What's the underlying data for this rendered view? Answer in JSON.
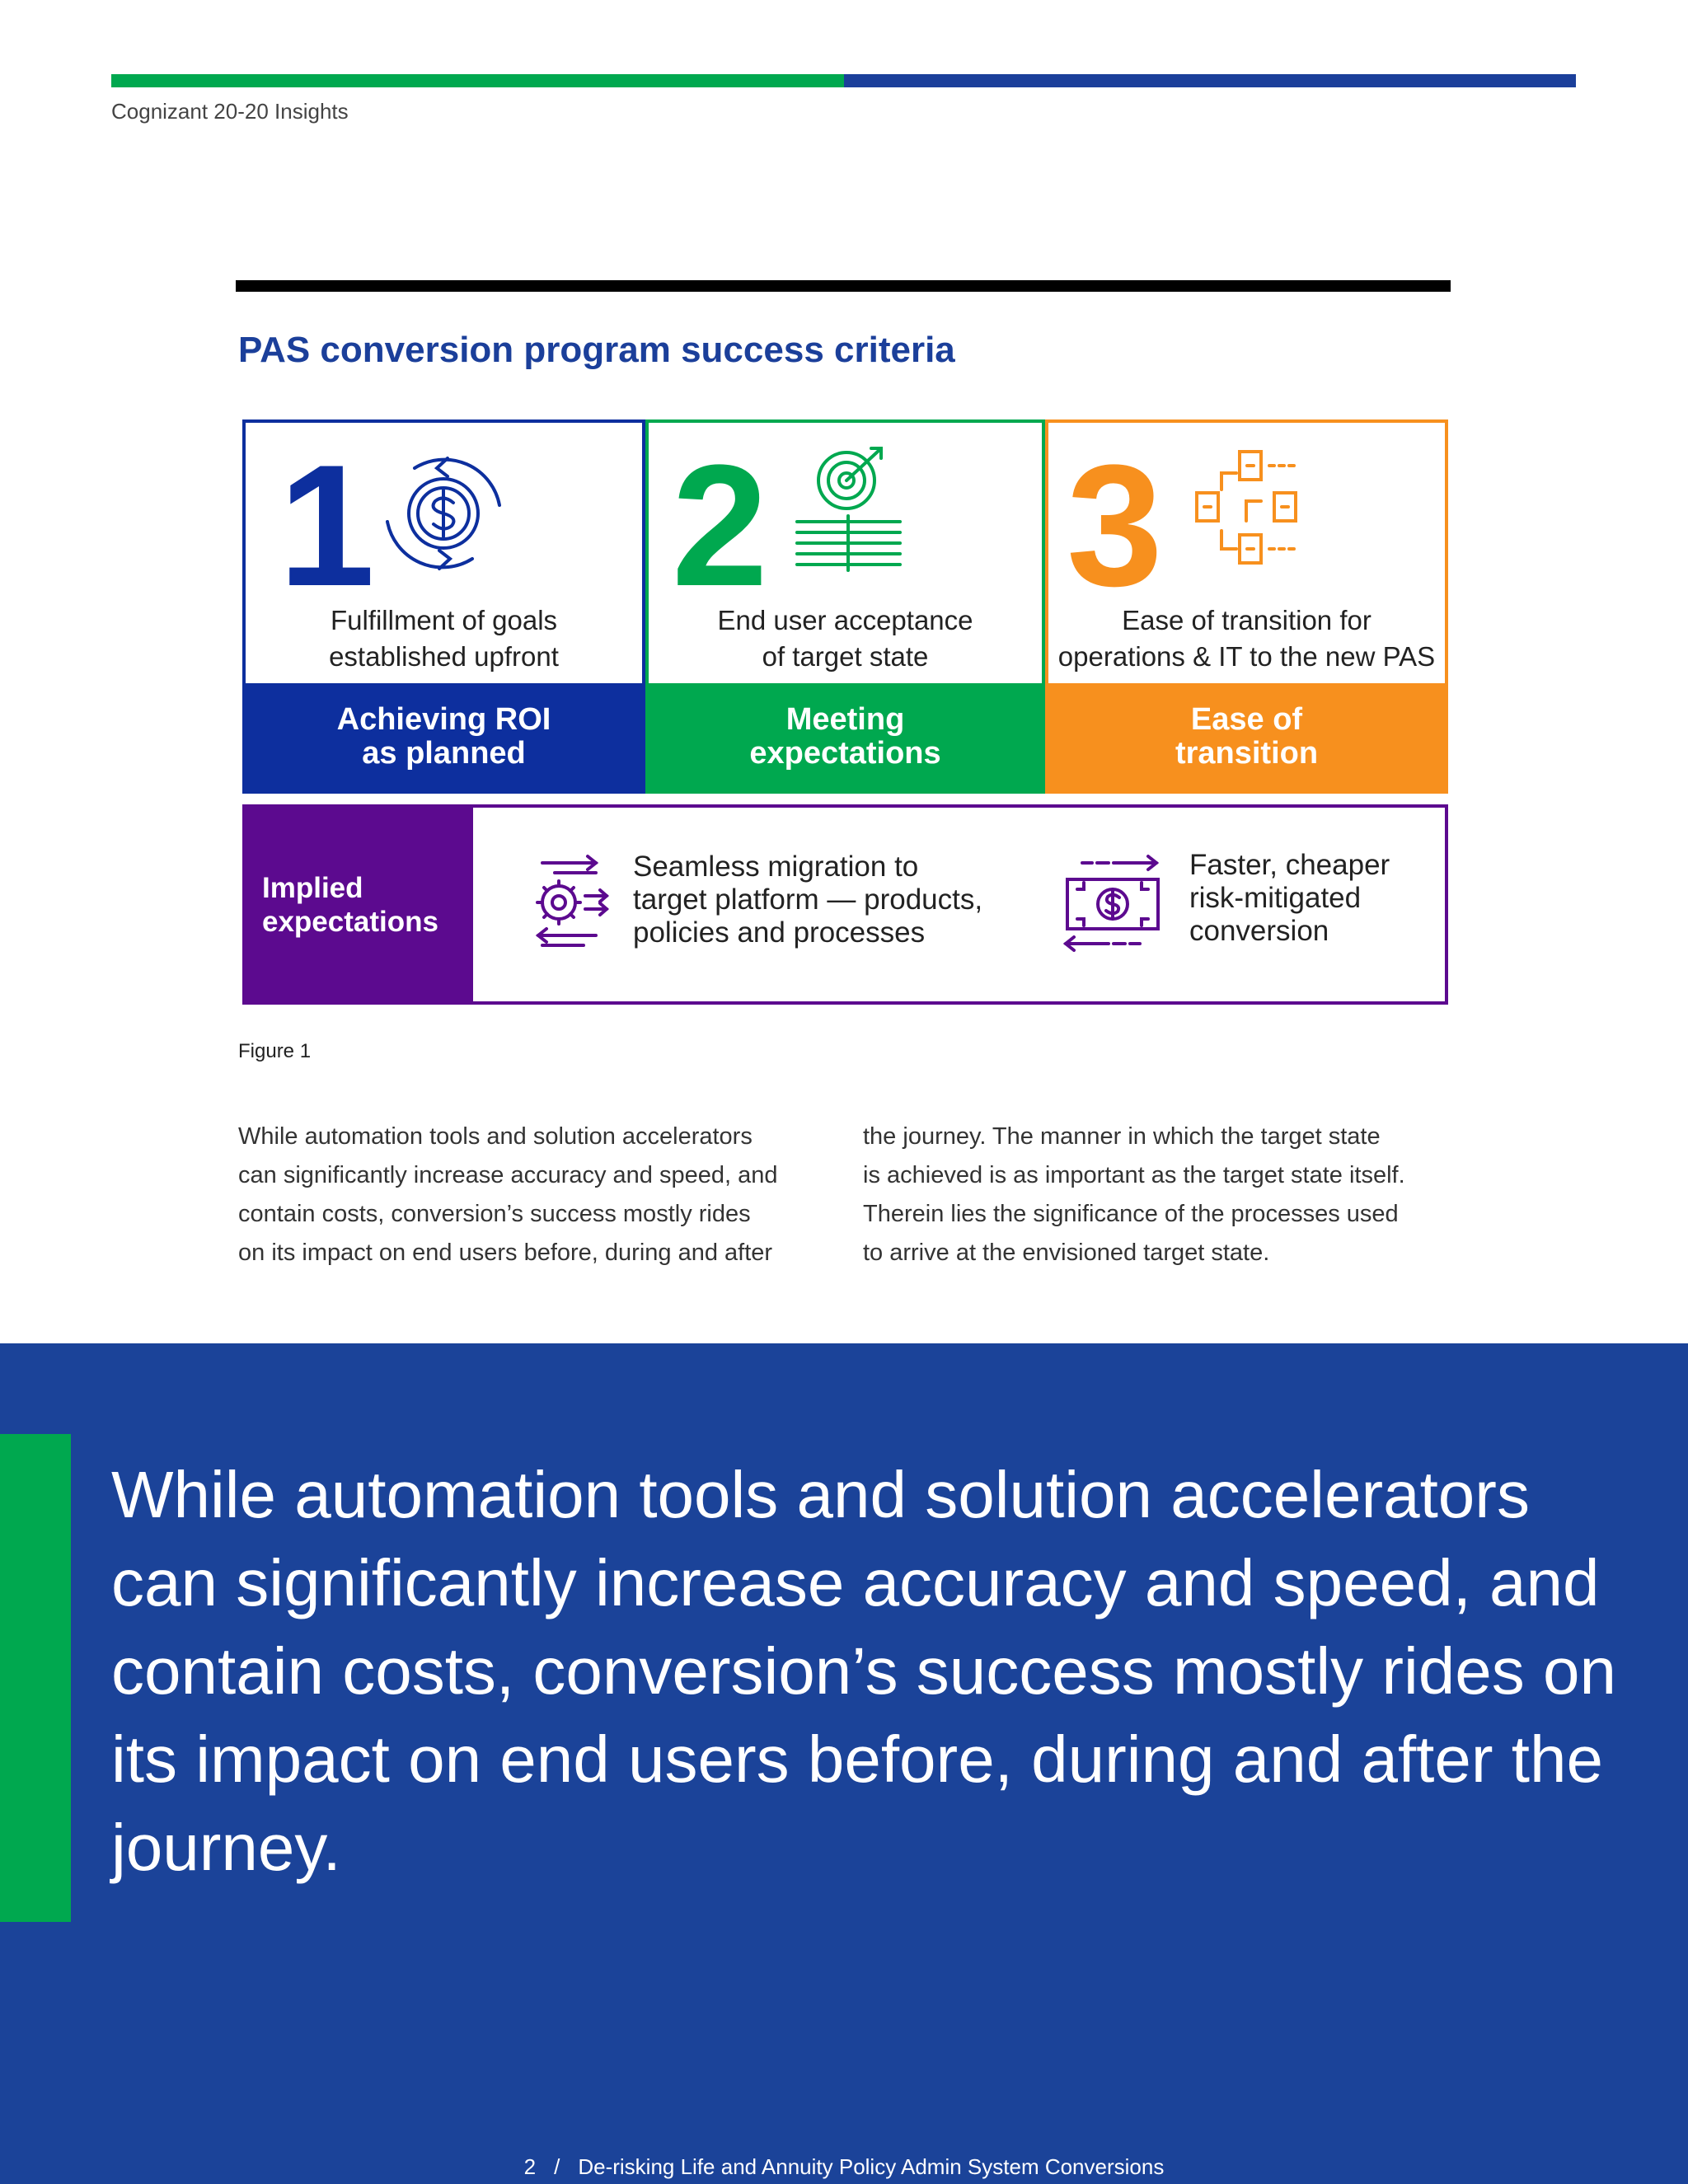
{
  "header": {
    "publication": "Cognizant 20-20 Insights"
  },
  "figure": {
    "title": "PAS conversion program success criteria",
    "caption": "Figure 1",
    "cards": [
      {
        "number": "1",
        "description": "Fulfillment of goals\nestablished upfront",
        "band_label": "Achieving ROI\nas planned",
        "icon": "dollar-cycle-icon"
      },
      {
        "number": "2",
        "description": "End user acceptance\nof target state",
        "band_label": "Meeting\nexpectations",
        "icon": "target-icon"
      },
      {
        "number": "3",
        "description": "Ease of transition for\noperations & IT to the new PAS",
        "band_label": "Ease of\ntransition",
        "icon": "flowchart-icon"
      }
    ],
    "implied": {
      "label": "Implied\nexpectations",
      "items": [
        {
          "text": "Seamless migration to\ntarget platform — products,\npolicies and processes",
          "icon": "gear-arrows-icon"
        },
        {
          "text": "Faster, cheaper\nrisk-mitigated\nconversion",
          "icon": "banknote-arrows-icon"
        }
      ]
    }
  },
  "body": {
    "col1": "While automation tools and solution accelerators\ncan significantly increase accuracy and speed, and\ncontain costs, conversion’s success mostly rides\non its impact on end users before, during and after",
    "col2": "the journey. The manner in which the target state\nis achieved is as important as the target state itself.\nTherein lies the significance of the processes used\nto arrive at the envisioned target state."
  },
  "quote": {
    "text": "While automation tools and solution accelerators can significantly increase accuracy and speed, and contain costs, conversion’s success mostly rides on its impact on end users before, during and after the journey."
  },
  "footer": {
    "page_number": "2",
    "separator": "/",
    "title": "De-risking Life and Annuity Policy Admin System Conversions"
  },
  "colors": {
    "brand_blue": "#1b3f9a",
    "brand_green": "#00a84f",
    "card1_blue": "#0d2f9e",
    "card3_orange": "#f7901e",
    "implied_purple": "#5c0a8f"
  }
}
